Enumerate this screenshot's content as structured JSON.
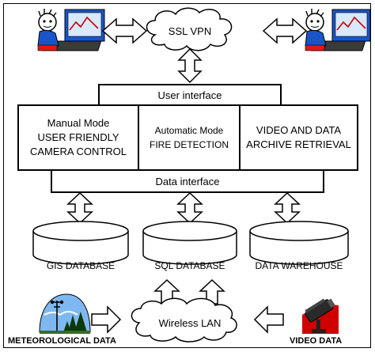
{
  "top": {
    "vpn_label": "SSL VPN"
  },
  "user_interface": {
    "label": "User interface"
  },
  "modules": [
    {
      "lines": [
        "Manual Mode",
        "USER FRIENDLY",
        "CAMERA CONTROL"
      ]
    },
    {
      "lines": [
        "Automatic Mode",
        "FIRE DETECTION"
      ]
    },
    {
      "lines": [
        "VIDEO AND DATA",
        "ARCHIVE RETRIEVAL"
      ]
    }
  ],
  "data_interface": {
    "label": "Data interface"
  },
  "databases": [
    {
      "label": "GIS DATABASE"
    },
    {
      "label": "SQL DATABASE"
    },
    {
      "label": "DATA WAREHOUSE"
    }
  ],
  "bottom": {
    "wireless_label": "Wireless LAN",
    "meteo_label": "METEOROLOGICAL DATA",
    "video_label": "VIDEO DATA"
  },
  "icons": {
    "left_user": "user-at-computer-icon",
    "right_user": "user-at-computer-icon",
    "meteo": "weather-station-icon",
    "camera": "surveillance-camera-icon"
  }
}
